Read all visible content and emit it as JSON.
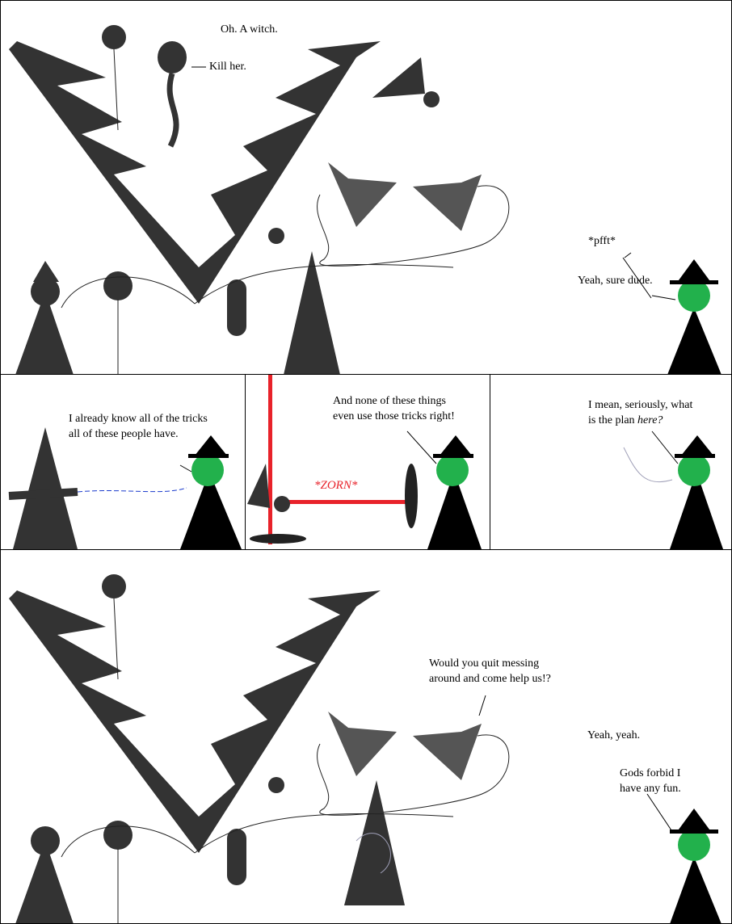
{
  "panels": {
    "p1": {
      "line1": "Oh. A witch.",
      "line2": "Kill her.",
      "line3": "*pfft*",
      "line4": "Yeah, sure dude."
    },
    "p2": {
      "line1": "I already know all of the tricks",
      "line2": "all of these people have."
    },
    "p3": {
      "line1": "And none of these things",
      "line2": "even use those tricks right!",
      "sfx": "*ZORN*"
    },
    "p4": {
      "line1": "I mean, seriously, what",
      "line2_plain": "is the plan ",
      "line2_emph": "here?"
    },
    "p5": {
      "line1": "Would you quit messing",
      "line2": "around and come help us!?",
      "line3": "Yeah, yeah.",
      "line4": "Gods forbid I",
      "line5": "have any fun."
    }
  },
  "colors": {
    "dark_gray": "#333333",
    "witch_face": "#22b14c",
    "sfx_red": "#e8222a",
    "web_gray": "#a0a0b8"
  },
  "icons": [
    "witch-hat-icon",
    "spiky-monster-icon",
    "snake-icon",
    "bat-icon"
  ]
}
